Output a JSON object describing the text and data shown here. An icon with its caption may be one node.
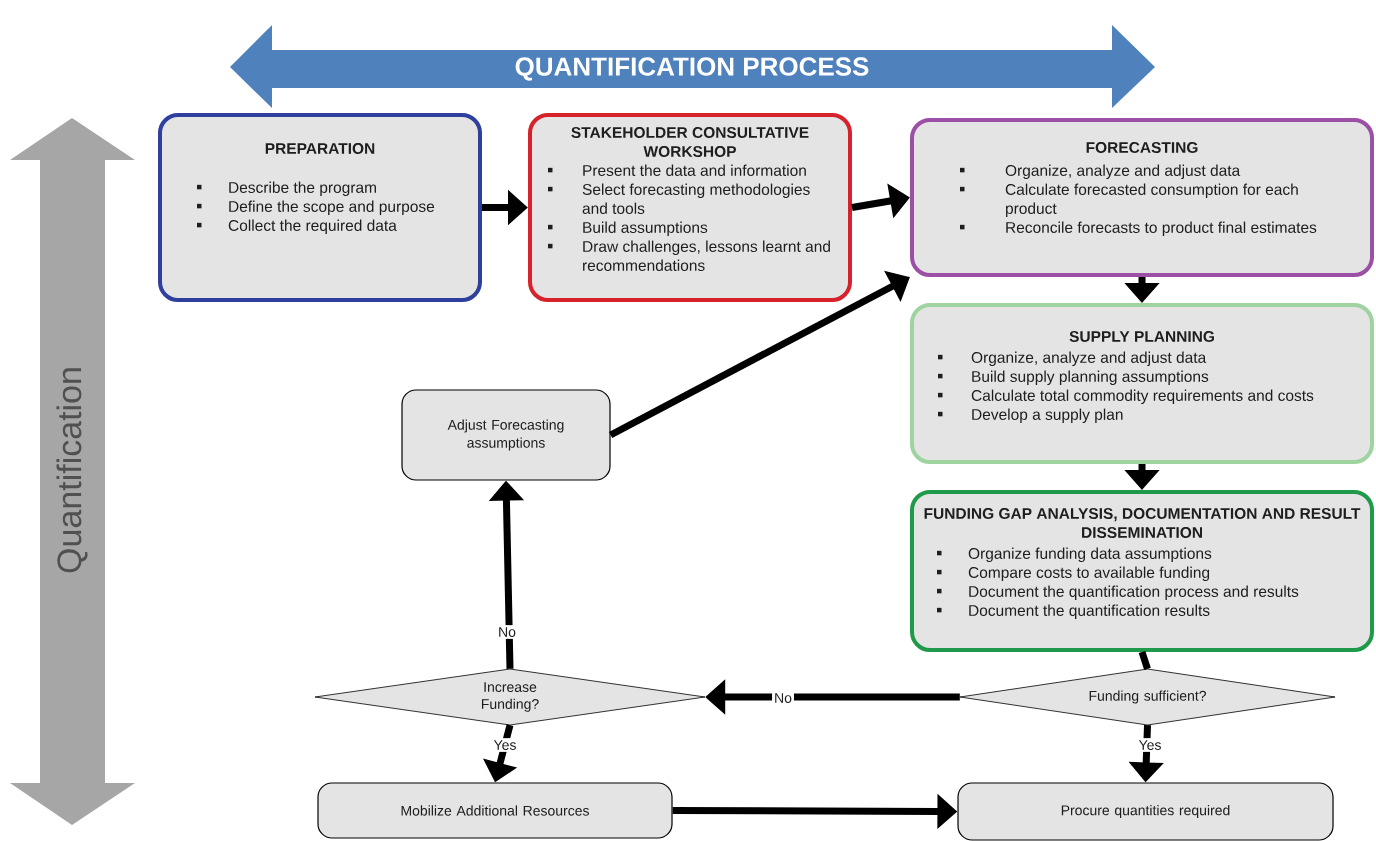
{
  "diagram": {
    "nodes": [
      {
        "text": [
          "QUANTIFICATION PROCESS"
        ]
      },
      {
        "text": [
          "Quantification"
        ]
      },
      {
        "text": [
          "PREPARATION",
          "Describe the program",
          "Define the scope and purpose",
          "Collect the required data"
        ]
      },
      {
        "text": [
          "STAKEHOLDER CONSULTATIVE WORKSHOP",
          "Present the data and information",
          "Select forecasting methodologies and tools",
          "Build assumptions",
          "Draw challenges, lessons learnt and recommendations"
        ]
      },
      {
        "text": [
          "FORECASTING",
          "Organize, analyze and adjust data",
          "Calculate forecasted consumption for each product",
          "Reconcile forecasts to product final estimates"
        ]
      },
      {
        "text": [
          "SUPPLY PLANNING",
          "Organize, analyze and adjust data",
          "Build supply planning assumptions",
          "Calculate total commodity requirements and costs",
          "Develop a supply plan"
        ]
      },
      {
        "text": [
          "FUNDING GAP ANALYSIS, DOCUMENTATION AND RESULT DISSEMINATION",
          "Organize funding data assumptions",
          "Compare costs to available funding",
          "Document the quantification process and results",
          "Document the quantification results"
        ]
      },
      {
        "text": [
          "Funding sufficient?"
        ]
      },
      {
        "text": [
          "Increase Funding?"
        ]
      },
      {
        "text": [
          "Adjust Forecasting assumptions"
        ]
      },
      {
        "text": [
          "Mobilize Additional Resources"
        ]
      },
      {
        "text": [
          "Procure quantities required"
        ]
      }
    ],
    "edges": [
      {
        "from": 2,
        "to": 3,
        "arrow": "to"
      },
      {
        "from": 3,
        "to": 4,
        "arrow": "to"
      },
      {
        "from": 4,
        "to": 5,
        "arrow": "to"
      },
      {
        "from": 5,
        "to": 6,
        "arrow": "to"
      },
      {
        "from": 6,
        "to": 7,
        "arrow": "none"
      },
      {
        "from": 7,
        "to": 8,
        "arrow": "to",
        "label": "No"
      },
      {
        "from": 8,
        "to": 9,
        "arrow": "to",
        "label": "No"
      },
      {
        "from": 9,
        "to": 4,
        "arrow": "to"
      },
      {
        "from": 8,
        "to": 10,
        "arrow": "to",
        "label": "Yes"
      },
      {
        "from": 7,
        "to": 11,
        "arrow": "to",
        "label": "Yes"
      },
      {
        "from": 10,
        "to": 11,
        "arrow": "to"
      }
    ]
  }
}
